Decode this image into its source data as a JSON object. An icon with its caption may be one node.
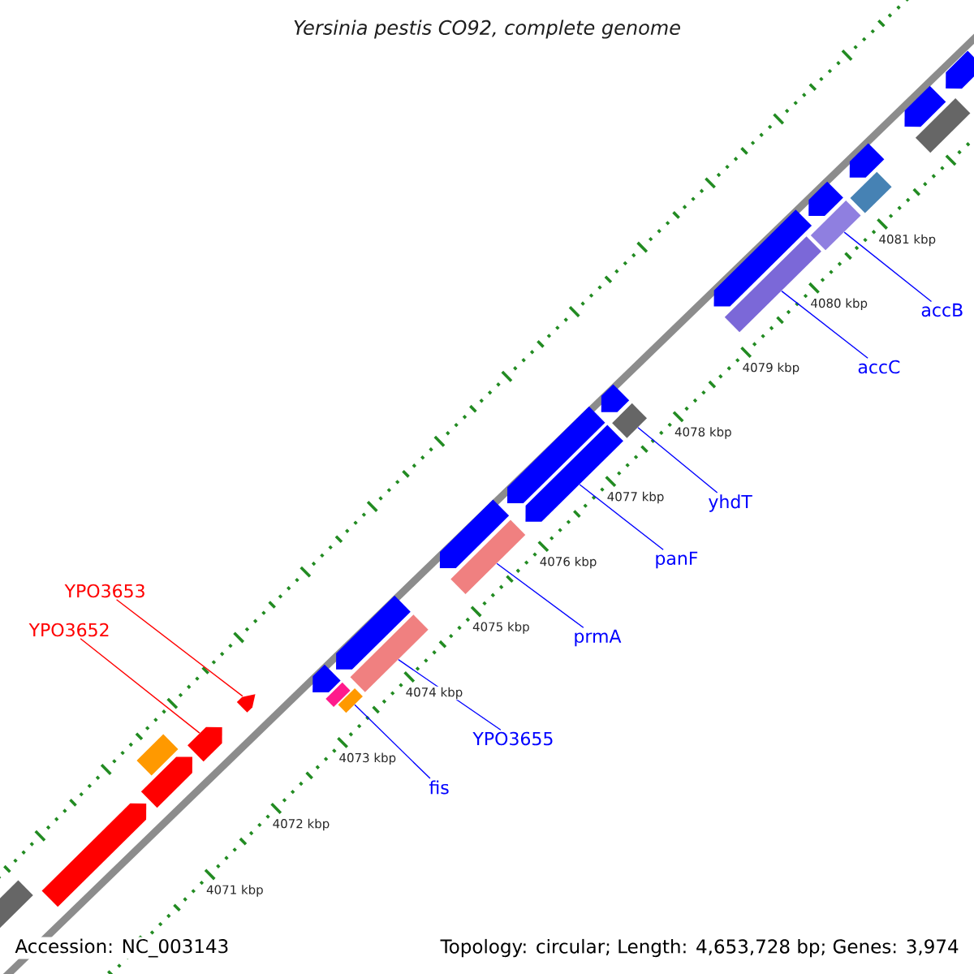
{
  "diagram": {
    "title": "Yersinia pestis CO92, complete genome",
    "nodes": [
      {
        "text": [],
        "shape": "box"
      },
      {
        "text": [],
        "shape": "arrow"
      },
      {
        "text": [],
        "shape": "arrow"
      },
      {
        "text": [],
        "shape": "box"
      },
      {
        "text": [],
        "shape": "arrow"
      },
      {
        "text": [],
        "shape": "arrow"
      },
      {
        "text": [],
        "shape": "arrow"
      },
      {
        "text": [],
        "shape": "box"
      },
      {
        "text": [],
        "shape": "box"
      },
      {
        "text": [],
        "shape": "arrow"
      },
      {
        "text": [],
        "shape": "box"
      },
      {
        "text": [],
        "shape": "arrow"
      },
      {
        "text": [],
        "shape": "box"
      },
      {
        "text": [],
        "shape": "arrow"
      },
      {
        "text": [],
        "shape": "arrow"
      },
      {
        "text": [],
        "shape": "arrow"
      },
      {
        "text": [],
        "shape": "box"
      },
      {
        "text": [],
        "shape": "arrow"
      },
      {
        "text": [],
        "shape": "box"
      },
      {
        "text": [],
        "shape": "box"
      },
      {
        "text": [],
        "shape": "arrow"
      },
      {
        "text": [],
        "shape": "box"
      },
      {
        "text": [],
        "shape": "arrow"
      },
      {
        "text": [],
        "shape": "arrow"
      },
      {
        "text": [],
        "shape": "box"
      },
      {
        "text": [],
        "shape": "arrow"
      },
      {
        "text": [
          "accB"
        ]
      },
      {
        "text": [
          "accC"
        ]
      },
      {
        "text": [
          "yhdT"
        ]
      },
      {
        "text": [
          "panF"
        ]
      },
      {
        "text": [
          "YPO3653"
        ]
      },
      {
        "text": [
          "YPO3652"
        ]
      },
      {
        "text": [
          "prmA"
        ]
      },
      {
        "text": [
          "YPO3655"
        ]
      },
      {
        "text": [
          "fis"
        ]
      }
    ],
    "edges": [
      {
        "from": 26,
        "to": 19,
        "arrow": "none"
      },
      {
        "from": 27,
        "to": 18,
        "arrow": "none"
      },
      {
        "from": 28,
        "to": 16,
        "arrow": "none"
      },
      {
        "from": 29,
        "to": 14,
        "arrow": "none"
      },
      {
        "from": 30,
        "to": 5,
        "arrow": "none",
        "color": "#ff0000"
      },
      {
        "from": 31,
        "to": 4,
        "arrow": "none",
        "color": "#ff0000"
      },
      {
        "from": 32,
        "to": 12,
        "arrow": "none"
      },
      {
        "from": 33,
        "to": 10,
        "arrow": "none"
      },
      {
        "from": 34,
        "to": 8,
        "arrow": "none"
      }
    ],
    "labels": [
      "4081 kbp",
      "4080 kbp",
      "4079 kbp",
      "4078 kbp",
      "4077 kbp",
      "4076 kbp",
      "4075 kbp",
      "4074 kbp",
      "4073 kbp",
      "4072 kbp",
      "4071 kbp",
      "Accession: NC_003143",
      "Topology: circular; Length: 4,653,728 bp; Genes: 3,974"
    ]
  }
}
